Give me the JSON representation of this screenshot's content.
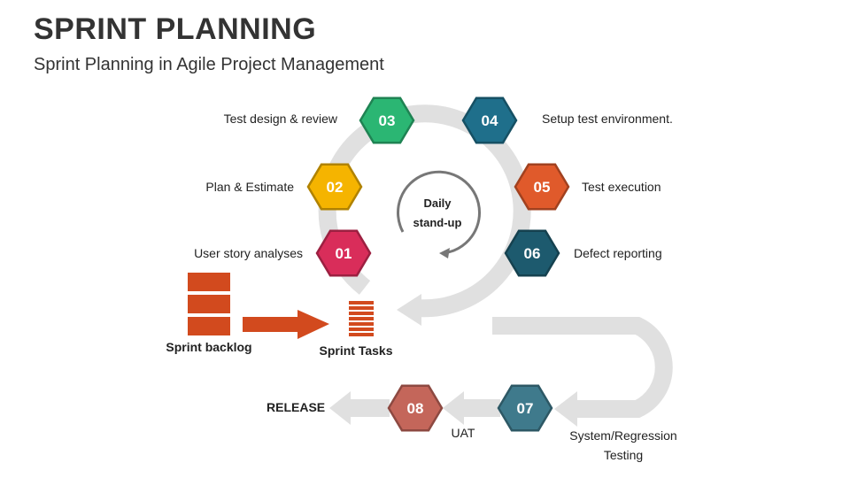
{
  "header": {
    "title": "SPRINT PLANNING",
    "subtitle": "Sprint Planning in Agile Project Management"
  },
  "steps": [
    {
      "num": "01",
      "label": "User story analyses",
      "color": "#d92d5a"
    },
    {
      "num": "02",
      "label": "Plan & Estimate",
      "color": "#f5b400"
    },
    {
      "num": "03",
      "label": "Test design & review",
      "color": "#2bb673"
    },
    {
      "num": "04",
      "label": "Setup test environment.",
      "color": "#1f6f8b"
    },
    {
      "num": "05",
      "label": "Test execution",
      "color": "#e05a2b"
    },
    {
      "num": "06",
      "label": "Defect reporting",
      "color": "#1d5a6e"
    },
    {
      "num": "07",
      "label": "System/Regression Testing",
      "color": "#3f7a8c"
    },
    {
      "num": "08",
      "label": "UAT",
      "color": "#c4665a"
    }
  ],
  "center": {
    "line1": "Daily",
    "line2": "stand-up"
  },
  "backlog": {
    "label": "Sprint backlog",
    "color": "#d24a1e"
  },
  "tasks": {
    "label": "Sprint Tasks",
    "color": "#d24a1e"
  },
  "release": {
    "label": "RELEASE"
  },
  "colors": {
    "track": "#e0e0e0",
    "arrow": "#d24a1e"
  }
}
